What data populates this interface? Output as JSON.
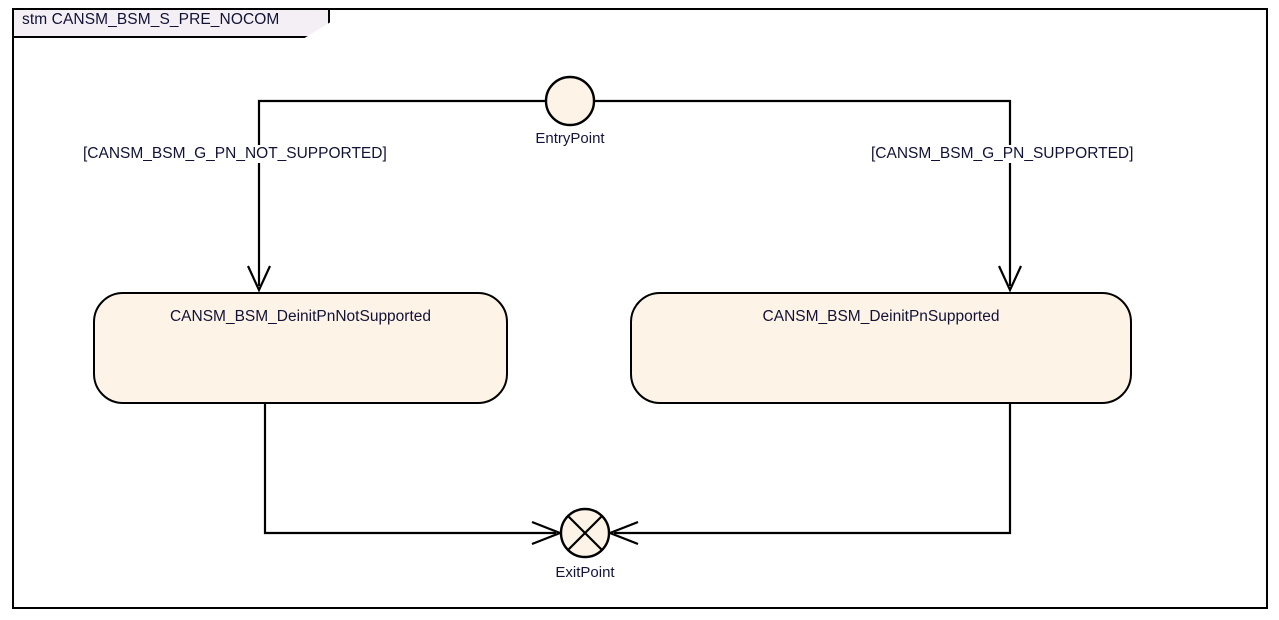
{
  "diagram": {
    "kind": "uml-state-machine",
    "frame_label": "stm CANSM_BSM_S_PRE_NOCOM",
    "frame_label_keyword": "stm",
    "frame_label_name": "CANSM_BSM_S_PRE_NOCOM",
    "colors": {
      "state_fill": "#fdf3e7",
      "pseudostate_fill": "#fdf3e7",
      "frame_label_fill": "#f4eff4",
      "stroke": "#000000",
      "text": "#121236",
      "canvas": "#ffffff"
    }
  },
  "nodes": {
    "entry_point": {
      "label": "EntryPoint",
      "type": "entry-point"
    },
    "exit_point": {
      "label": "ExitPoint",
      "type": "exit-point"
    },
    "state_left": {
      "name": "CANSM_BSM_DeinitPnNotSupported",
      "type": "composite-state",
      "icon": "composite-state-icon"
    },
    "state_right": {
      "name": "CANSM_BSM_DeinitPnSupported",
      "type": "composite-state",
      "icon": "composite-state-icon"
    }
  },
  "transitions": [
    {
      "id": "entry-to-left",
      "from": "EntryPoint",
      "to": "CANSM_BSM_DeinitPnNotSupported",
      "guard": "[CANSM_BSM_G_PN_NOT_SUPPORTED]"
    },
    {
      "id": "entry-to-right",
      "from": "EntryPoint",
      "to": "CANSM_BSM_DeinitPnSupported",
      "guard": "[CANSM_BSM_G_PN_SUPPORTED]"
    },
    {
      "id": "left-to-exit",
      "from": "CANSM_BSM_DeinitPnNotSupported",
      "to": "ExitPoint",
      "guard": ""
    },
    {
      "id": "right-to-exit",
      "from": "CANSM_BSM_DeinitPnSupported",
      "to": "ExitPoint",
      "guard": ""
    }
  ]
}
